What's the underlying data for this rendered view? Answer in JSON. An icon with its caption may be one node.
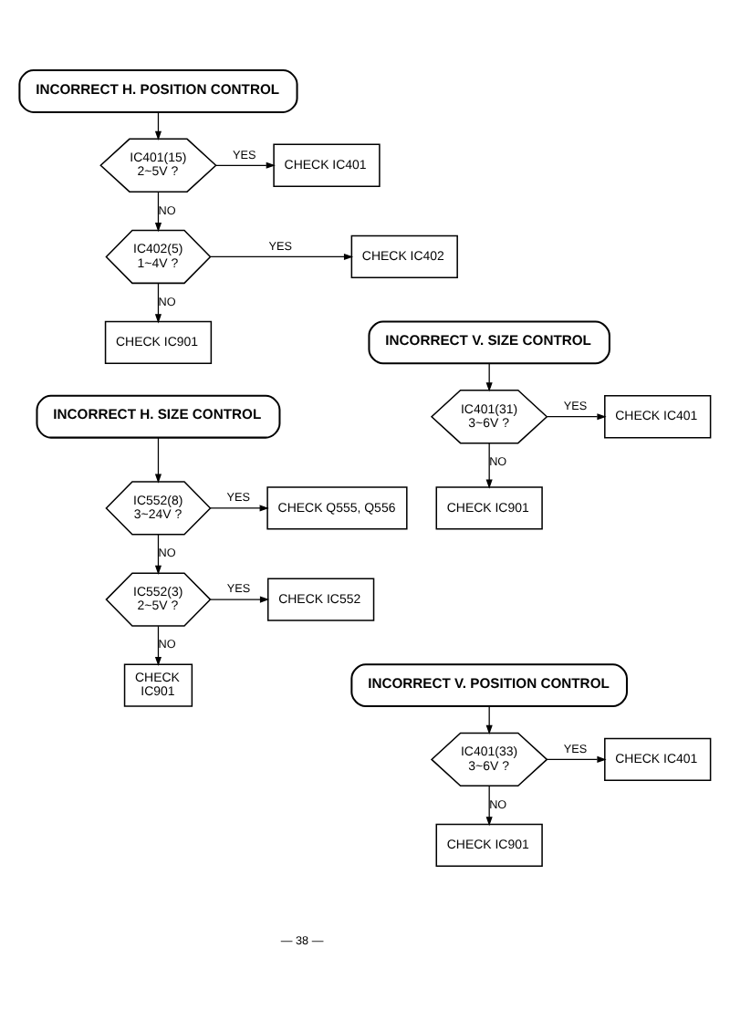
{
  "diagram": {
    "nodes": [
      {
        "text": [
          "INCORRECT H. POSITION CONTROL"
        ]
      },
      {
        "text": [
          "IC401(15) 2~5V ?"
        ]
      },
      {
        "text": [
          "CHECK IC401"
        ]
      },
      {
        "text": [
          "IC402(5) 1~4V ?"
        ]
      },
      {
        "text": [
          "CHECK IC402"
        ]
      },
      {
        "text": [
          "CHECK IC901"
        ]
      },
      {
        "text": [
          "INCORRECT V. SIZE CONTROL"
        ]
      },
      {
        "text": [
          "IC401(31) 3~6V ?"
        ]
      },
      {
        "text": [
          "CHECK IC401"
        ]
      },
      {
        "text": [
          "CHECK IC901"
        ]
      },
      {
        "text": [
          "INCORRECT H. SIZE CONTROL"
        ]
      },
      {
        "text": [
          "IC552(8) 3~24V ?"
        ]
      },
      {
        "text": [
          "CHECK Q555, Q556"
        ]
      },
      {
        "text": [
          "IC552(3) 2~5V ?"
        ]
      },
      {
        "text": [
          "CHECK IC552"
        ]
      },
      {
        "text": [
          "CHECK IC901"
        ]
      },
      {
        "text": [
          "INCORRECT V. POSITION CONTROL"
        ]
      },
      {
        "text": [
          "IC401(33) 3~6V ?"
        ]
      },
      {
        "text": [
          "CHECK IC401"
        ]
      },
      {
        "text": [
          "CHECK IC901"
        ]
      }
    ],
    "edges": [
      {
        "from": 0,
        "to": 1,
        "arrow": "to"
      },
      {
        "from": 1,
        "to": 2,
        "arrow": "to",
        "label": "YES"
      },
      {
        "from": 1,
        "to": 3,
        "arrow": "to",
        "label": "NO"
      },
      {
        "from": 3,
        "to": 4,
        "arrow": "to",
        "label": "YES"
      },
      {
        "from": 3,
        "to": 5,
        "arrow": "to",
        "label": "NO"
      },
      {
        "from": 6,
        "to": 7,
        "arrow": "to"
      },
      {
        "from": 7,
        "to": 8,
        "arrow": "to",
        "label": "YES"
      },
      {
        "from": 7,
        "to": 9,
        "arrow": "to",
        "label": "NO"
      },
      {
        "from": 10,
        "to": 11,
        "arrow": "to"
      },
      {
        "from": 11,
        "to": 12,
        "arrow": "to",
        "label": "YES"
      },
      {
        "from": 11,
        "to": 13,
        "arrow": "to",
        "label": "NO"
      },
      {
        "from": 13,
        "to": 14,
        "arrow": "to",
        "label": "YES"
      },
      {
        "from": 13,
        "to": 15,
        "arrow": "to",
        "label": "NO"
      },
      {
        "from": 16,
        "to": 17,
        "arrow": "to"
      },
      {
        "from": 17,
        "to": 18,
        "arrow": "to",
        "label": "YES"
      },
      {
        "from": 17,
        "to": 19,
        "arrow": "to",
        "label": "NO"
      }
    ],
    "labels": [
      "— 38 —"
    ]
  }
}
